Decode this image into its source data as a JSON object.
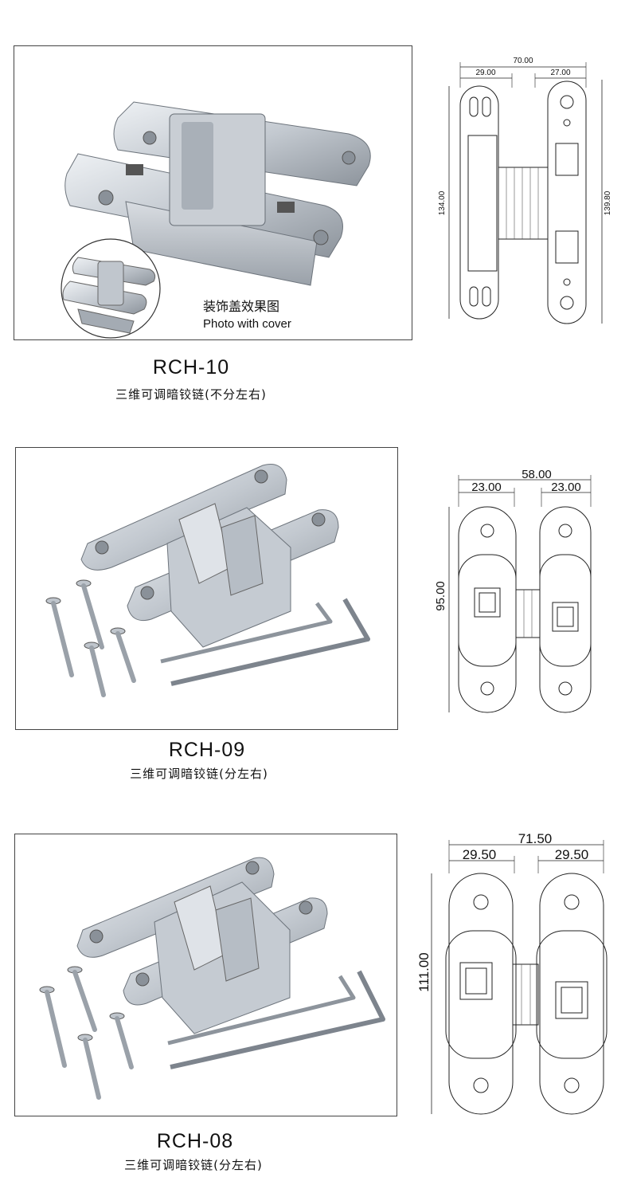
{
  "products": [
    {
      "model": "RCH-10",
      "description": "三维可调暗铰链(不分左右)",
      "cover_caption_cn": "装饰盖效果图",
      "cover_caption_en": "Photo with cover",
      "dims": {
        "total_width": "70.00",
        "left_width": "29.00",
        "right_width": "27.00",
        "left_height": "134.00",
        "right_height": "139.80"
      }
    },
    {
      "model": "RCH-09",
      "description": "三维可调暗铰链(分左右)",
      "dims": {
        "total_width": "58.00",
        "left_width": "23.00",
        "right_width": "23.00",
        "height": "95.00"
      }
    },
    {
      "model": "RCH-08",
      "description": "三维可调暗铰链(分左右)",
      "dims": {
        "total_width": "71.50",
        "left_width": "29.50",
        "right_width": "29.50",
        "height": "111.00"
      }
    }
  ],
  "colors": {
    "metal_light": "#dfe3e8",
    "metal_mid": "#b8bec6",
    "metal_dark": "#7d848d",
    "line": "#222222"
  },
  "icons": [
    "hinge-photo",
    "screw-icon",
    "hex-key-icon",
    "hinge-drawing"
  ]
}
